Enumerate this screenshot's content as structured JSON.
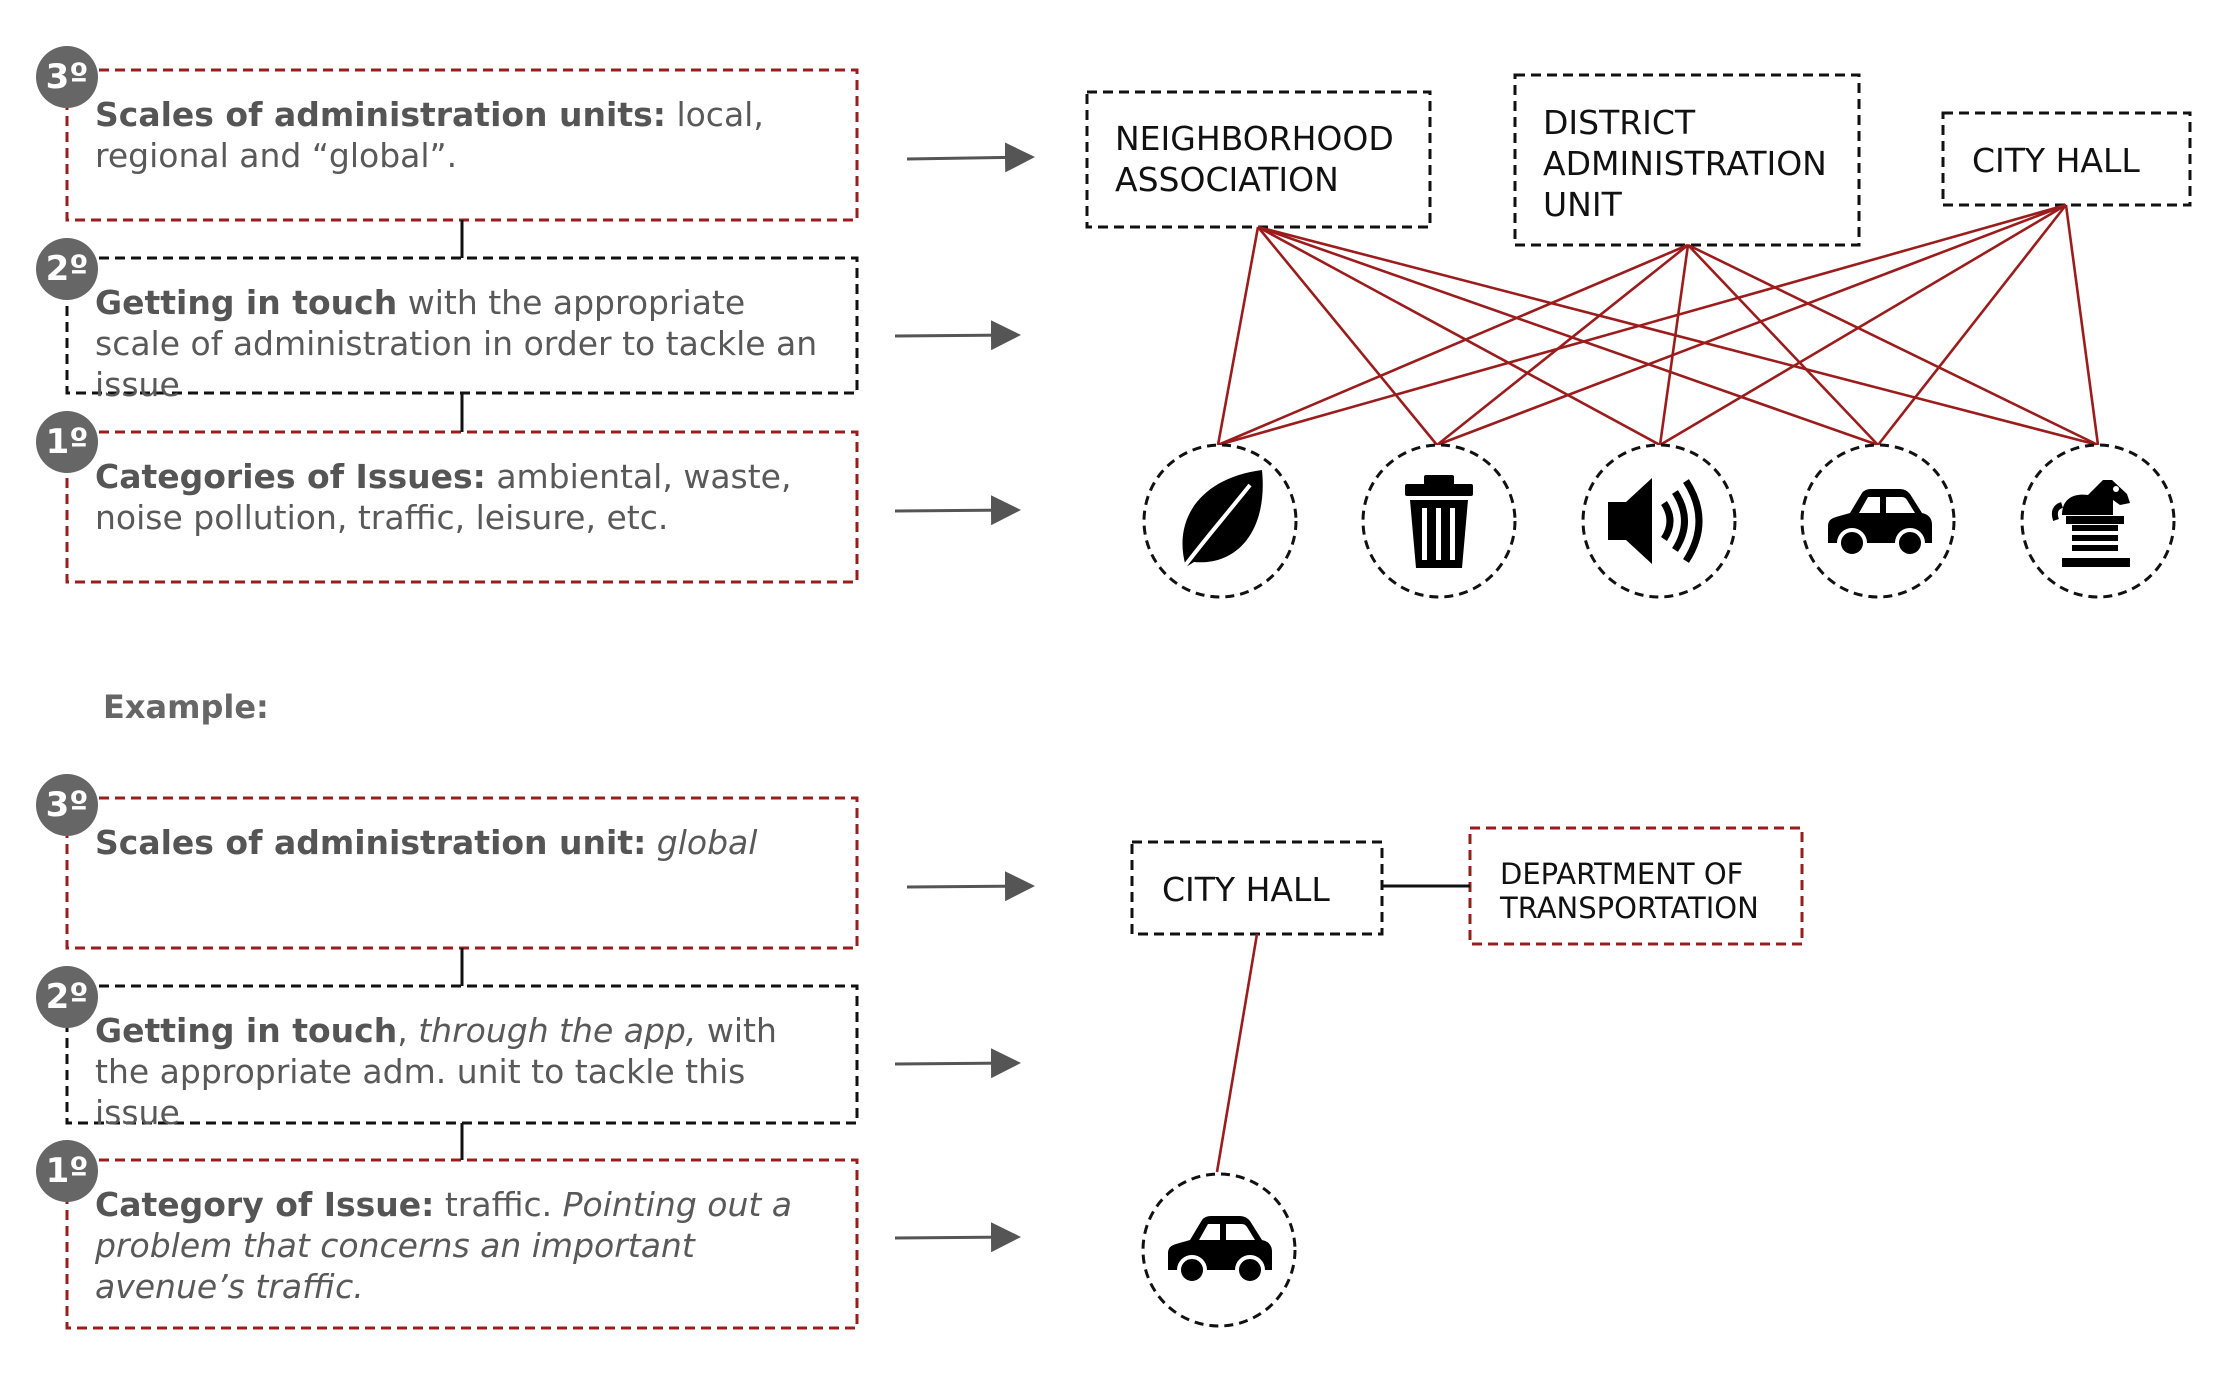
{
  "colors": {
    "red": "#9b1c1c",
    "black": "#111111",
    "badge": "#666666",
    "text": "#595959"
  },
  "top": {
    "steps": [
      {
        "badge": "3º",
        "title": "Scales of administration units:",
        "rest": " local, regional and “global”."
      },
      {
        "badge": "2º",
        "title": "Getting in touch",
        "rest": "  with the appropriate scale of administration in order to tackle an issue"
      },
      {
        "badge": "1º",
        "title": "Categories of Issues:",
        "rest": " ambiental, waste, noise pollution, traffic, leisure, etc."
      }
    ],
    "nodes": [
      {
        "line1": "NEIGHBORHOOD",
        "line2": "ASSOCIATION",
        "line3": ""
      },
      {
        "line1": "DISTRICT",
        "line2": "ADMINISTRATION",
        "line3": "UNIT"
      },
      {
        "line1": "CITY HALL",
        "line2": "",
        "line3": ""
      }
    ],
    "issue_icons": [
      "leaf-icon",
      "trash-can-icon",
      "speaker-icon",
      "car-icon",
      "rocking-horse-icon"
    ]
  },
  "example": {
    "label": "Example:",
    "steps": [
      {
        "badge": "3º",
        "title": "Scales of administration unit:",
        "rest_italic": " global"
      },
      {
        "badge": "2º",
        "title": "Getting in touch",
        "rest1": ", ",
        "italic": "through the app,",
        "rest2": " with the appropriate  adm. unit to tackle this issue"
      },
      {
        "badge": "1º",
        "title": "Category of Issue:",
        "rest1": " traffic. ",
        "italic": "Pointing  out a problem that concerns an important avenue’s traffic."
      }
    ],
    "city_hall": "CITY HALL",
    "department": {
      "line1": "DEPARTMENT OF",
      "line2": "TRANSPORTATION"
    },
    "issue_icon": "car-icon"
  }
}
